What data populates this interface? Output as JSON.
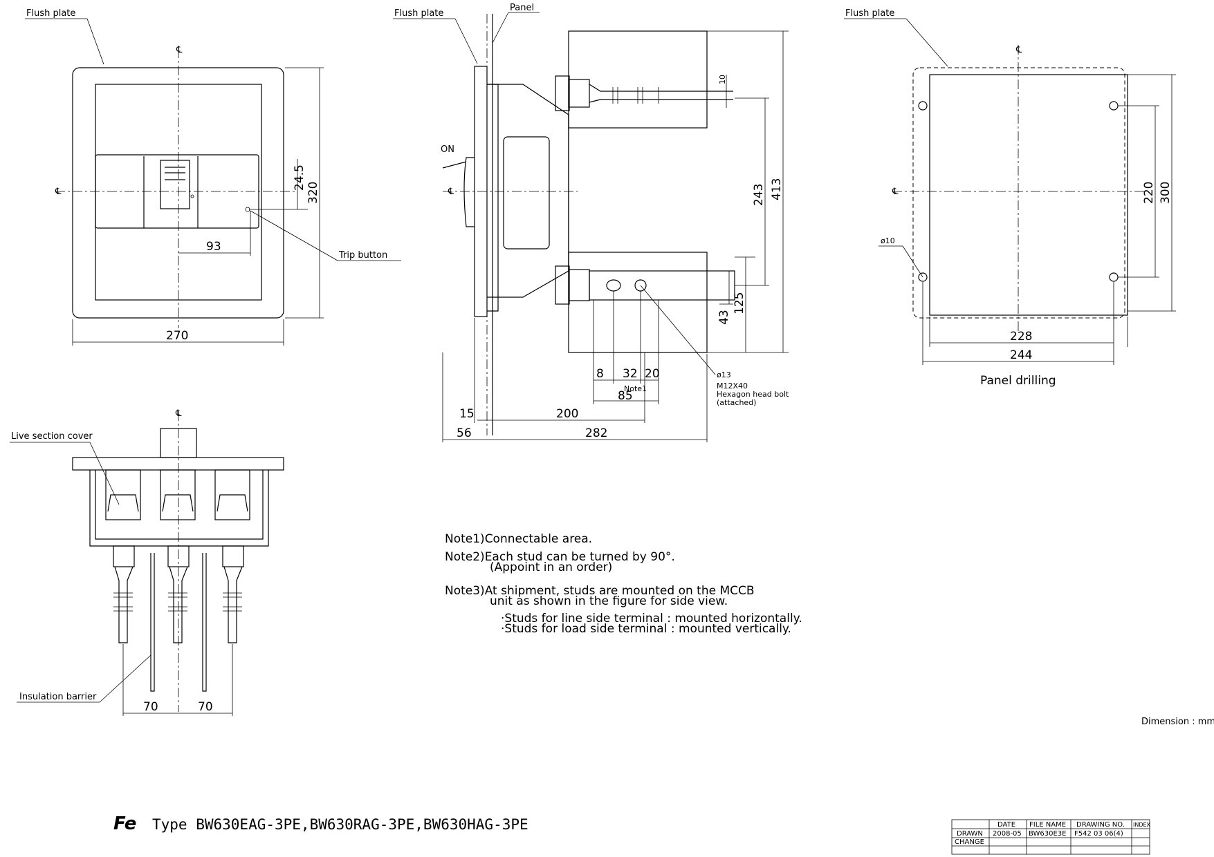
{
  "labels": {
    "flush_plate": "Flush plate",
    "panel": "Panel",
    "centerline": "℄",
    "on": "ON",
    "trip_button": "Trip button",
    "live_section_cover": "Live section cover",
    "insulation_barrier": "Insulation barrier",
    "panel_drilling": "Panel drilling",
    "hole_dia_13": "ø13",
    "bolt_line1": "M12X40",
    "bolt_line2": "Hexagon head bolt",
    "bolt_line3": "(attached)",
    "hole_dia_10": "ø10",
    "note1_tag": "Note1",
    "dimension_unit": "Dimension : mm"
  },
  "dimensions": {
    "front": {
      "width": "270",
      "height": "320",
      "trip_offset_v": "24.5",
      "trip_offset_h": "93"
    },
    "side": {
      "d10": "10",
      "d243": "243",
      "d413": "413",
      "d125": "125",
      "d43": "43",
      "d8": "8",
      "d32": "32",
      "d20": "20",
      "d85": "85",
      "d15": "15",
      "d200": "200",
      "d56": "56",
      "d282": "282"
    },
    "bottom": {
      "pitch1": "70",
      "pitch2": "70"
    },
    "drilling": {
      "d220": "220",
      "d300": "300",
      "d228": "228",
      "d244": "244"
    }
  },
  "notes": {
    "note1": "Note1)Connectable area.",
    "note2a": "Note2)Each stud can be turned by 90°.",
    "note2b": "(Appoint in an order)",
    "note3a": "Note3)At shipment, studs are mounted on the MCCB",
    "note3b": "unit as shown in the figure for side view.",
    "note3c": "·Studs for line side terminal : mounted horizontally.",
    "note3d": "·Studs for load side terminal : mounted vertically."
  },
  "type_line": "Type BW630EAG-3PE,BW630RAG-3PE,BW630HAG-3PE",
  "logo_text": "Fe",
  "title_block": {
    "headers": [
      "DATE",
      "FILE NAME",
      "DRAWING NO.",
      "INDEX"
    ],
    "row_drawn": {
      "label": "DRAWN",
      "date": "2008-05",
      "file": "BW630E3E",
      "drawing_no": "F542 03 06(4)"
    },
    "row_change": {
      "label": "CHANGE"
    }
  }
}
